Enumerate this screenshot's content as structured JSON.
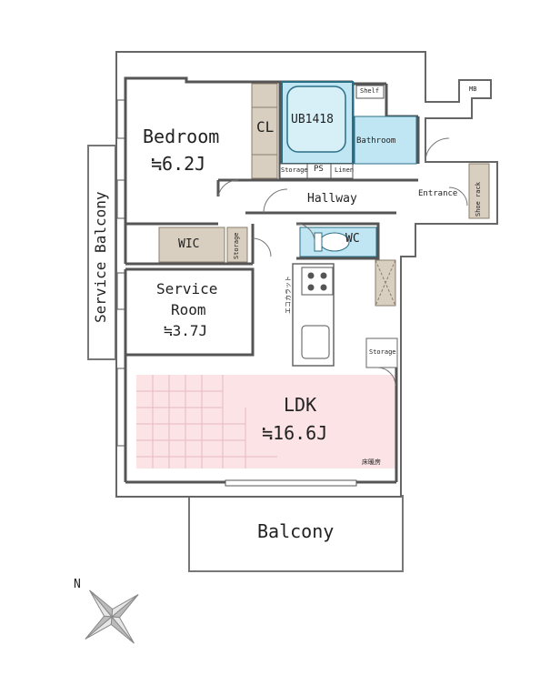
{
  "rooms": {
    "bedroom": {
      "name": "Bedroom",
      "size": "≒6.2J"
    },
    "closet": "CL",
    "unit_bath": "UB1418",
    "bathroom": "Bathroom",
    "shelf": "Shelf",
    "storage_small": "Storage",
    "pipe_space": "PS",
    "linen": "Linen",
    "meter_box": "MB",
    "hallway": "Hallway",
    "entrance": "Entrance",
    "shoe_rack": "Shoe rack",
    "wic": "WIC",
    "wic_storage": "Storage",
    "wc": "WC",
    "service_room": {
      "name_line1": "Service",
      "name_line2": "Room",
      "size": "≒3.7J"
    },
    "kitchen_storage": "Storage",
    "ldk": {
      "name": "LDK",
      "size": "≒16.6J"
    },
    "floor_heating": "床暖房",
    "range_hood": "エコカラット",
    "service_balcony": "Service Balcony",
    "balcony": "Balcony"
  },
  "compass": {
    "north_label": "N"
  },
  "colors": {
    "wall": "#555555",
    "wood_storage": "#d9cfc1",
    "bath_blue": "#bfe6f2",
    "floor_heating_pink": "#fbe3e6"
  }
}
